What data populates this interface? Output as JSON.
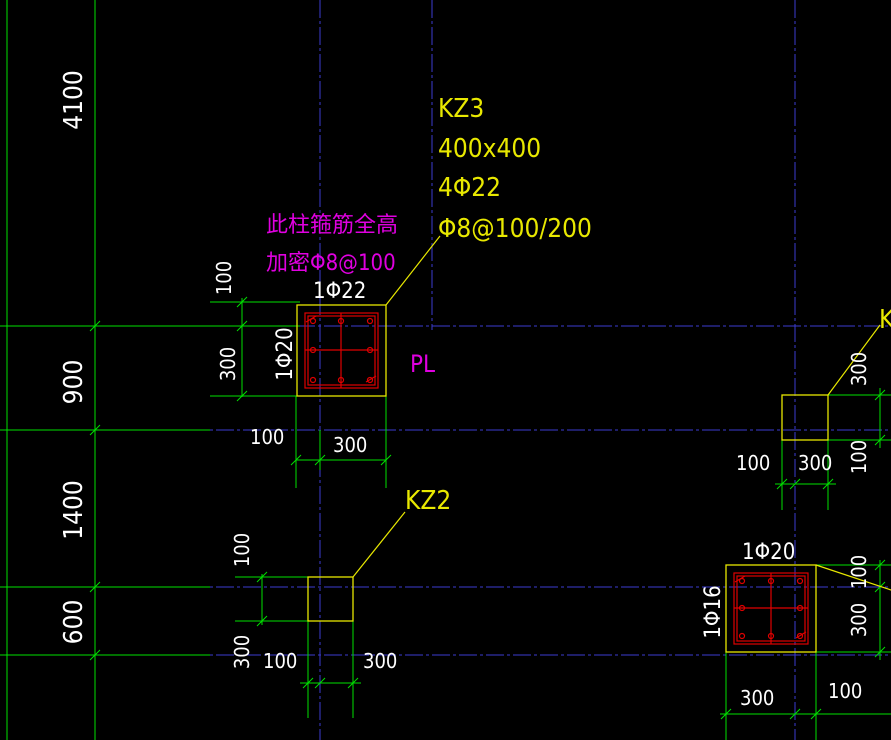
{
  "colors": {
    "background": "#000000",
    "grid_line": "#3c3cd0",
    "dimension_line": "#00e000",
    "dimension_text": "#ffffff",
    "column_outline": "#e8e800",
    "rebar": "#e00000",
    "annotation_yellow": "#e8e800",
    "annotation_magenta": "#e000e0"
  },
  "left_dimensions": [
    {
      "name": "dim-4100",
      "text": "4100"
    },
    {
      "name": "dim-900",
      "text": "900"
    },
    {
      "name": "dim-1400",
      "text": "1400"
    },
    {
      "name": "dim-600",
      "text": "600"
    }
  ],
  "kz3": {
    "label": "KZ3",
    "size": "400x400",
    "main_rebar": "4Φ22",
    "stirrup": "Φ8@100/200",
    "note_line1": "此柱箍筋全高",
    "note_line2": "加密Φ8@100",
    "top_rebar": "1Φ22",
    "side_rebar": "1Φ20",
    "pl_label": "PL",
    "dim_top_offset": "100",
    "dim_height": "300",
    "dim_left_offset": "100",
    "dim_width": "300"
  },
  "kz2": {
    "label": "KZ2",
    "dim_top_offset": "100",
    "dim_height": "300",
    "dim_left_offset": "100",
    "dim_width": "300"
  },
  "right_column": {
    "label_fragment": "K",
    "dim_height": "300",
    "dim_left_offset": "100",
    "dim_width": "300",
    "dim_right_offset": "100"
  },
  "bottom_right_column": {
    "top_rebar": "1Φ20",
    "side_rebar": "1Φ16",
    "dim_top_offset": "100",
    "dim_height": "300",
    "dim_width": "300",
    "dim_right_offset": "100"
  }
}
